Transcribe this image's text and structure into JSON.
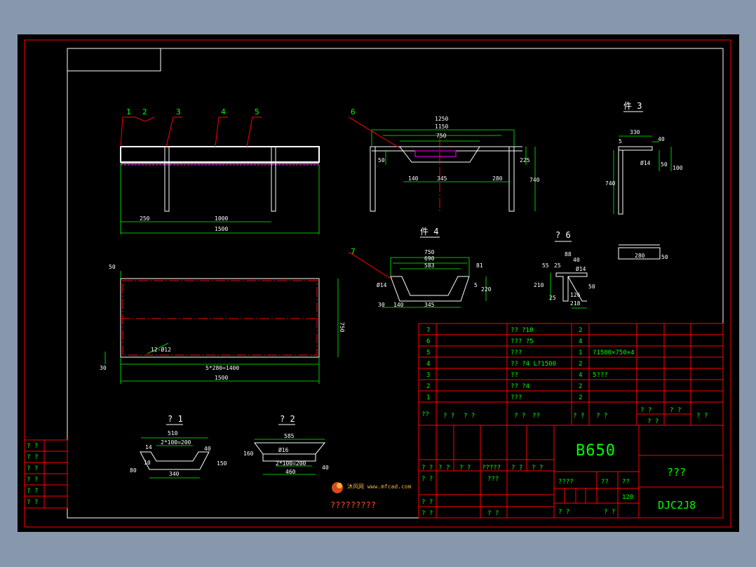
{
  "drawing": {
    "views": {
      "main_callouts": [
        "1",
        "2",
        "3",
        "4",
        "5"
      ],
      "main_dims": [
        "250",
        "1000",
        "1500"
      ],
      "front_callout": "6",
      "front_dims": [
        "1250",
        "1150",
        "750",
        "50",
        "225",
        "740",
        "140",
        "345",
        "280"
      ],
      "part3_title": "件 3",
      "part3_dims": [
        "330",
        "40",
        "5",
        "50",
        "100",
        "740",
        "Ø14",
        "280",
        "50"
      ],
      "part4_title": "件 4",
      "part4_callout": "7",
      "part4_dims": [
        "750",
        "690",
        "583",
        "81",
        "5",
        "220",
        "Ø14",
        "30",
        "140",
        "345"
      ],
      "view6_title": "? 6",
      "view6_dims": [
        "88",
        "40",
        "55",
        "25",
        "Ø14",
        "210",
        "126",
        "218",
        "25",
        "50"
      ],
      "plan_dims": [
        "50",
        "750",
        "12-Ø12",
        "30",
        "5*280=1400",
        "1500"
      ],
      "view1_title": "? 1",
      "view1_dims": [
        "510",
        "2*100=200",
        "14",
        "40",
        "150",
        "80",
        "10",
        "340"
      ],
      "view2_title": "? 2",
      "view2_dims": [
        "585",
        "Ø16",
        "2*100=200",
        "160",
        "40",
        "460"
      ]
    },
    "bom": [
      {
        "no": "7",
        "name": "?? ?10",
        "qty": "2",
        "note": ""
      },
      {
        "no": "6",
        "name": "??? ?5",
        "qty": "4",
        "note": ""
      },
      {
        "no": "5",
        "name": "???",
        "qty": "1",
        "note": "?1500×750×4"
      },
      {
        "no": "4",
        "name": "?? ?4 L?1500",
        "qty": "2",
        "note": ""
      },
      {
        "no": "3",
        "name": "??",
        "qty": "4",
        "note": "5???"
      },
      {
        "no": "2",
        "name": "?? ?4",
        "qty": "2",
        "note": ""
      },
      {
        "no": "1",
        "name": "???",
        "qty": "2",
        "note": ""
      }
    ],
    "bom_header": [
      "??",
      "? ?",
      "? ?",
      "? ?",
      "??",
      "? ?",
      "? ?",
      "? ?",
      "? ?",
      "? ?",
      "? ?"
    ],
    "title_block": {
      "code": "B650",
      "name": "???",
      "drawing_no": "DJC2J8",
      "sign_row": [
        "? ?",
        "? ?",
        "? ?",
        "?????",
        "? ?",
        "? ?"
      ],
      "row_a": [
        "? ?",
        "???"
      ],
      "row_b": [
        "? ?"
      ],
      "row_c": [
        "? ?",
        "? ?"
      ],
      "stage": "????",
      "weight": "??",
      "scale": "??",
      "scale_value": "120",
      "sheet": [
        "? ?",
        "? ?"
      ]
    },
    "left_table": [
      "? ?",
      "? ?",
      "? ?",
      "? ?",
      "? ?",
      "? ?"
    ],
    "logo": {
      "top": "沐风网 www.mfcad.com",
      "bottom": "?????????"
    }
  }
}
